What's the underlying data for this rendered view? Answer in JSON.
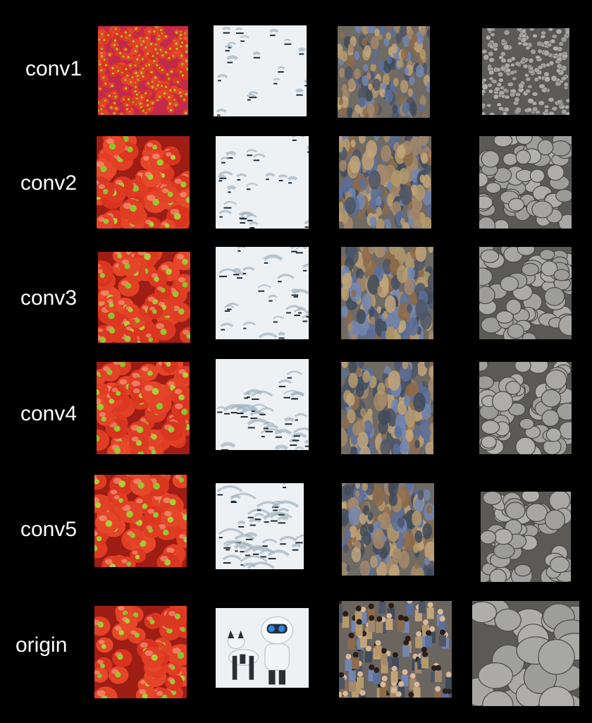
{
  "rows": [
    {
      "label": "conv1",
      "tiles": [
        "peppers-texture-conv1",
        "robot-texture-conv1",
        "crowd-texture-conv1",
        "stone-texture-conv1"
      ]
    },
    {
      "label": "conv2",
      "tiles": [
        "peppers-texture-conv2",
        "robot-texture-conv2",
        "crowd-texture-conv2",
        "stone-texture-conv2"
      ]
    },
    {
      "label": "conv3",
      "tiles": [
        "peppers-texture-conv3",
        "robot-texture-conv3",
        "crowd-texture-conv3",
        "stone-texture-conv3"
      ]
    },
    {
      "label": "conv4",
      "tiles": [
        "peppers-texture-conv4",
        "robot-texture-conv4",
        "crowd-texture-conv4",
        "stone-texture-conv4"
      ]
    },
    {
      "label": "conv5",
      "tiles": [
        "peppers-texture-conv5",
        "robot-texture-conv5",
        "crowd-texture-conv5",
        "stone-texture-conv5"
      ]
    },
    {
      "label": "origin",
      "tiles": [
        "peppers-original-photo",
        "robot-dog-original-photo",
        "crowd-original-photo",
        "stone-wall-original-photo"
      ]
    }
  ],
  "colors": {
    "background": "#000000",
    "label_text": "#ffffff",
    "pepper_red": "#d8331f",
    "pepper_green": "#8bbf2a",
    "robot_white": "#eef1f3",
    "robot_shadow": "#9fb3c0",
    "crowd_mix": "#6f6a63",
    "stone_grey": "#9a9a98"
  }
}
